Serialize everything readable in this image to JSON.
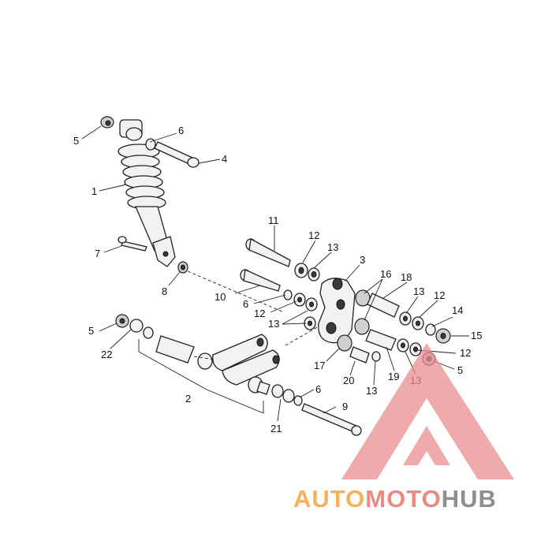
{
  "callouts": [
    "1",
    "2",
    "3",
    "4",
    "5",
    "5",
    "5",
    "6",
    "6",
    "6",
    "7",
    "8",
    "9",
    "10",
    "11",
    "12",
    "12",
    "12",
    "12",
    "13",
    "13",
    "13",
    "13",
    "13",
    "14",
    "15",
    "16",
    "17",
    "18",
    "19",
    "20",
    "21",
    "22"
  ],
  "logo": {
    "part1": "AUTO",
    "part2": "MOTO",
    "part3": "HUB",
    "colors": {
      "triangle": "#ea8f8f",
      "auto": "#f5b15c",
      "moto": "#e98a85",
      "hub": "#8f8f8f"
    }
  }
}
